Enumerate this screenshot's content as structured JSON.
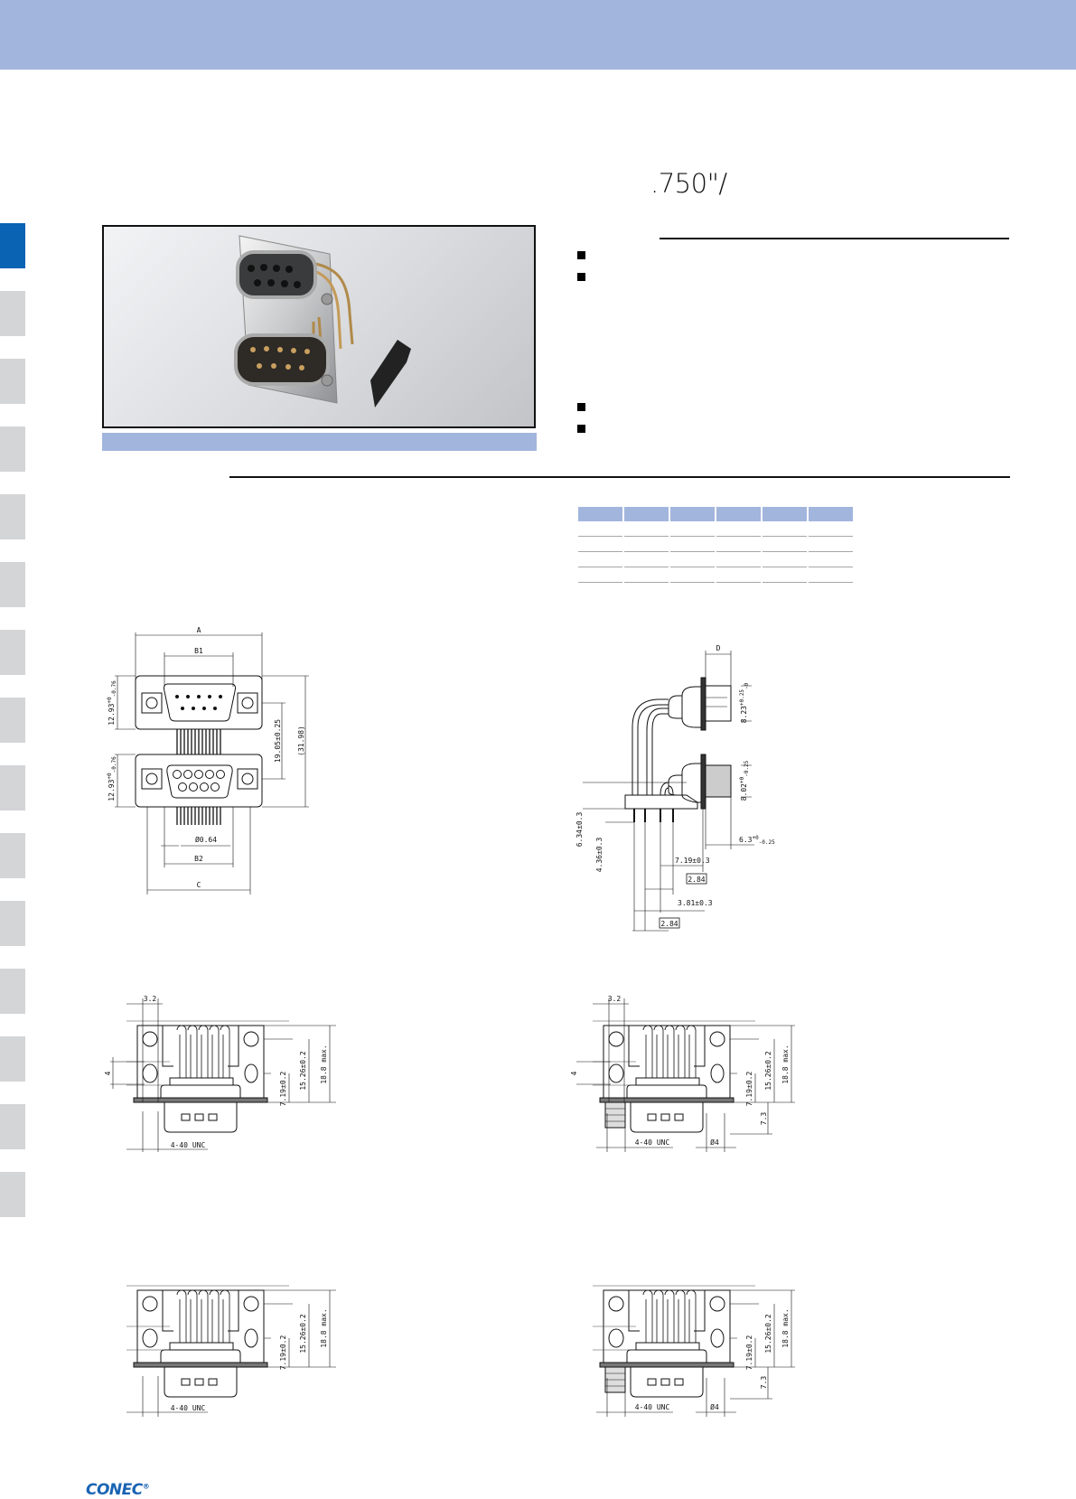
{
  "header": {
    "title": ".750\"/"
  },
  "logo": {
    "text": "CONEC",
    "mark": "®"
  },
  "colors": {
    "band": "#a2b5dd",
    "active_tab": "#0a63b3",
    "tab": "#d4d5d7",
    "logo": "#1a64b4"
  },
  "drawing_front": {
    "a": "A",
    "b1": "B1",
    "b2": "B2",
    "c": "C",
    "pin_dia": "Ø0.64",
    "h_upper": {
      "main": "12.93",
      "sup": "+0",
      "sub": "-0.76"
    },
    "h_lower": {
      "main": "12.93",
      "sup": "+0",
      "sub": "-0.76"
    },
    "spacing": "19.05±0.25",
    "overall": "(31.98)"
  },
  "drawing_side": {
    "d": "D",
    "upper": {
      "main": "8.23",
      "sup": "+0.25",
      "sub": "-0"
    },
    "lower": {
      "main": "8.02",
      "sup": "+0",
      "sub": "-0.25"
    },
    "depth": {
      "main": "6.3",
      "sup": "+0",
      "sub": "-0.25"
    },
    "offset": "7.19±0.3",
    "pitch1": "2.84",
    "row": "3.81±0.3",
    "pitch2": "2.84",
    "height1": "6.34±0.3",
    "height2": "4.36±0.3"
  },
  "drawing_rear_a": {
    "width": "3.2",
    "hole": "4",
    "h1": "7.19±0.2",
    "h2": "15.26±0.2",
    "h3": "18.8 max.",
    "thread": "4-40 UNC"
  },
  "drawing_rear_b": {
    "width": "3.2",
    "hole": "4",
    "h1": "7.19±0.2",
    "h2": "15.26±0.2",
    "h3": "18.8 max.",
    "h4": "7.3",
    "thread": "4-40 UNC",
    "dia": "Ø4"
  },
  "drawing_rear_c": {
    "h1": "7.19±0.2",
    "h2": "15.26±0.2",
    "h3": "18.8 max.",
    "thread": "4-40 UNC"
  },
  "drawing_rear_d": {
    "h1": "7.19±0.2",
    "h2": "15.26±0.2",
    "h3": "18.8 max.",
    "h4": "7.3",
    "thread": "4-40 UNC",
    "dia": "Ø4"
  }
}
